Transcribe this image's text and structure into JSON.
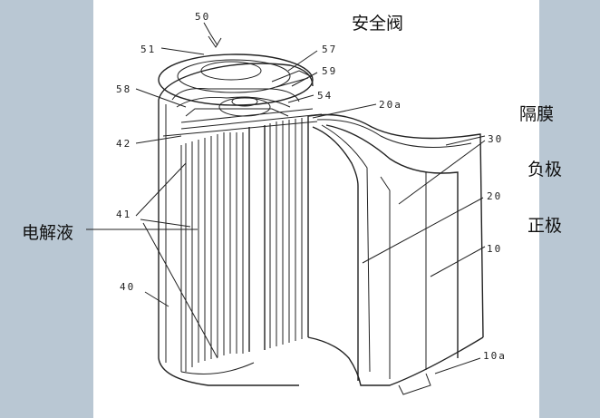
{
  "figure": {
    "cn_labels": {
      "safety_valve": "安全阀",
      "separator": "隔膜",
      "negative": "负极",
      "positive": "正极",
      "electrolyte": "电解液"
    },
    "ref_labels": {
      "n50": "50",
      "n51": "51",
      "n57": "57",
      "n59": "59",
      "n58": "58",
      "n54": "54",
      "n20a": "20a",
      "n42": "42",
      "n30": "30",
      "n20": "20",
      "n41": "41",
      "n10": "10",
      "n40": "40",
      "n10a": "10a"
    }
  }
}
